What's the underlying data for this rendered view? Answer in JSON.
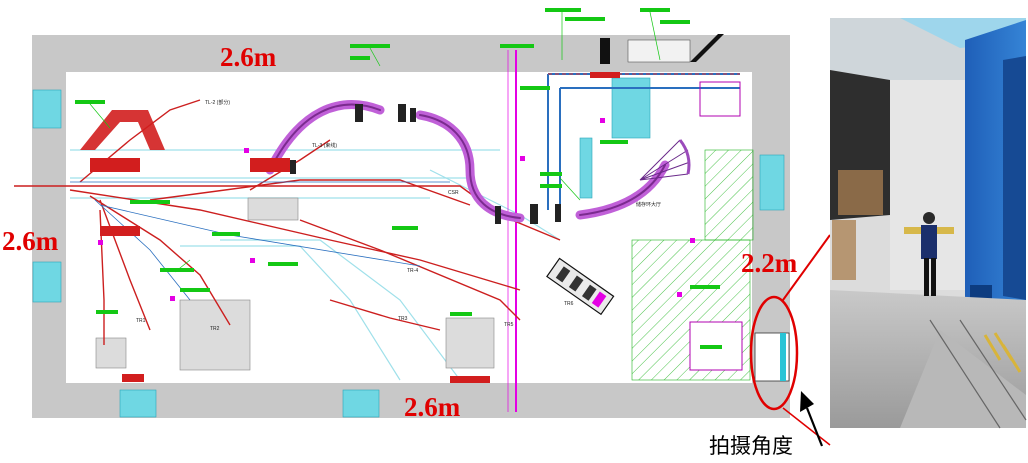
{
  "dimensions": {
    "top": "2.6m",
    "left": "2.6m",
    "bottom": "2.6m",
    "right": "2.2m"
  },
  "caption": "拍摄角度",
  "labels": {
    "tl2": "TL-2 (部分)",
    "tl3": "TL-3 (束线)",
    "tr1": "TR1",
    "tr2": "TR2",
    "tr3": "TR3",
    "tr4": "TR-4",
    "tr5": "TR5",
    "tr6": "TR6",
    "csr": "CSR",
    "hall": "储存环大厅"
  },
  "colors": {
    "wall": "#c6c6c6",
    "beamline": "#cc1f1f",
    "annotation": "#14c814",
    "accent": "#e400e4",
    "cyan": "#29c4d6",
    "dimension": "#e00000"
  }
}
